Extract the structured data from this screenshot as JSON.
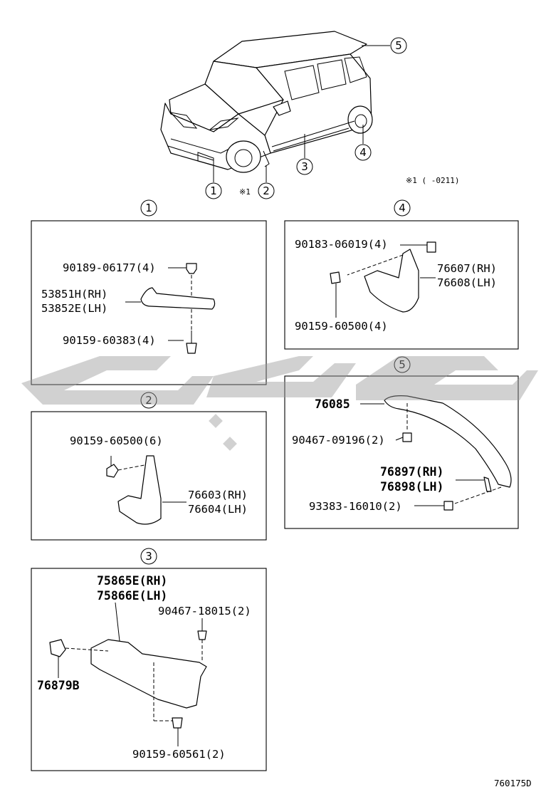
{
  "sheet_id": "760175D",
  "footnote": "※1 (   -0211)",
  "footnote_mark": "※1",
  "callouts": [
    "1",
    "2",
    "3",
    "4",
    "5"
  ],
  "panel1": {
    "number": "1",
    "labels": [
      "90189-06177(4)",
      "53851H(RH)",
      "53852E(LH)",
      "90159-60383(4)"
    ]
  },
  "panel2": {
    "number": "2",
    "labels": [
      "90159-60500(6)",
      "76603(RH)",
      "76604(LH)"
    ]
  },
  "panel3": {
    "number": "3",
    "labels": [
      "75865E(RH)",
      "75866E(LH)",
      "90467-18015(2)",
      "76879B",
      "90159-60561(2)"
    ]
  },
  "panel4": {
    "number": "4",
    "labels": [
      "90183-06019(4)",
      "76607(RH)",
      "76608(LH)",
      "90159-60500(4)"
    ]
  },
  "panel5": {
    "number": "5",
    "labels": [
      "76085",
      "90467-09196(2)",
      "76897(RH)",
      "76898(LH)",
      "93383-16010(2)"
    ]
  }
}
